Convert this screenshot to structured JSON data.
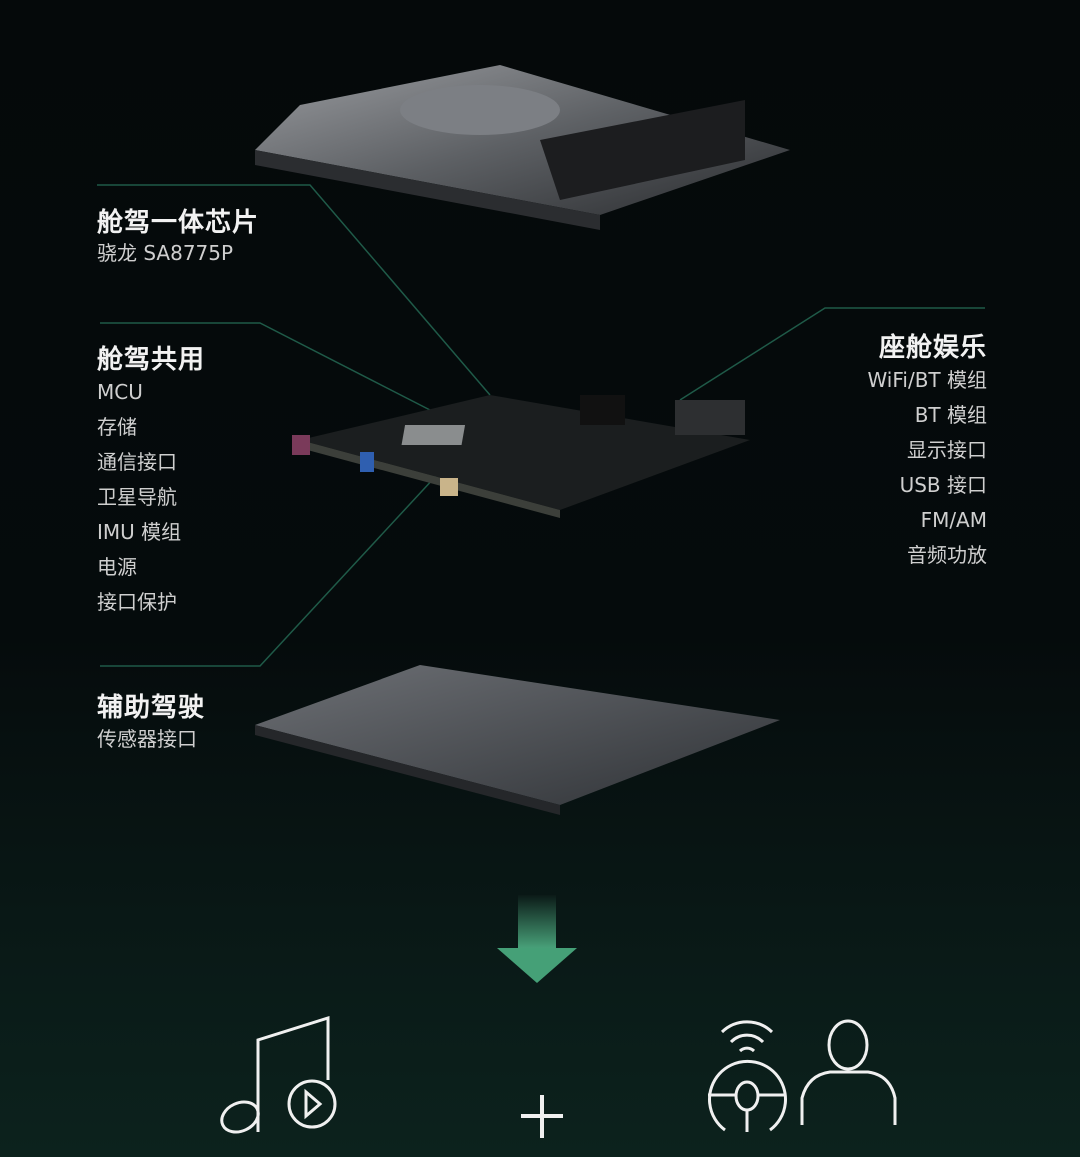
{
  "labels": {
    "soc": {
      "title": "舱驾一体芯片",
      "subtitle": "骁龙 SA8775P"
    },
    "shared": {
      "title": "舱驾共用",
      "items": [
        "MCU",
        "存储",
        "通信接口",
        "卫星导航",
        "IMU 模组",
        "电源",
        "接口保护"
      ]
    },
    "cockpit": {
      "title": "座舱娱乐",
      "items": [
        "WiFi/BT 模组",
        "BT 模组",
        "显示接口",
        "USB 接口",
        "FM/AM",
        "音频功放"
      ]
    },
    "adas": {
      "title": "辅助驾驶",
      "subtitle": "传感器接口"
    }
  },
  "icons": [
    "music-play-icon",
    "plus-icon",
    "driver-assist-icon"
  ],
  "colors": {
    "accent": "#3f9a72",
    "line": "#1f5a48"
  }
}
